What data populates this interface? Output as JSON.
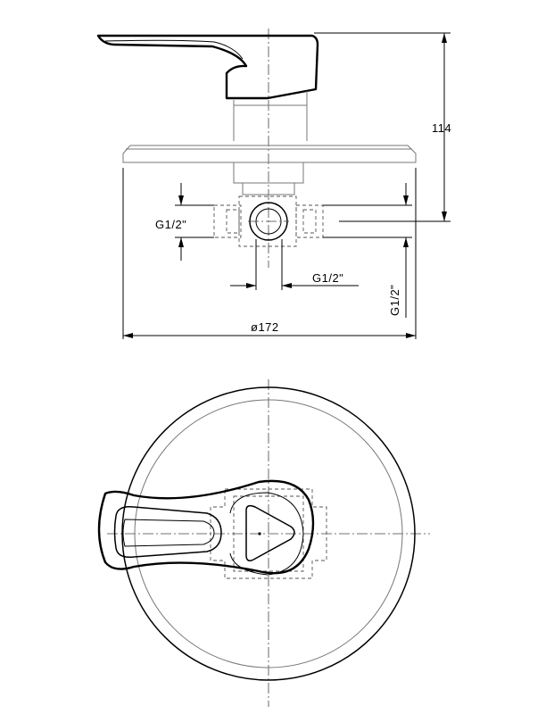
{
  "dimensions": {
    "height": "114",
    "inlet_left": "G1/2\"",
    "inlet_bottom": "G1/2\"",
    "outlet_right": "G1/2\"",
    "diameter": "ø172"
  }
}
